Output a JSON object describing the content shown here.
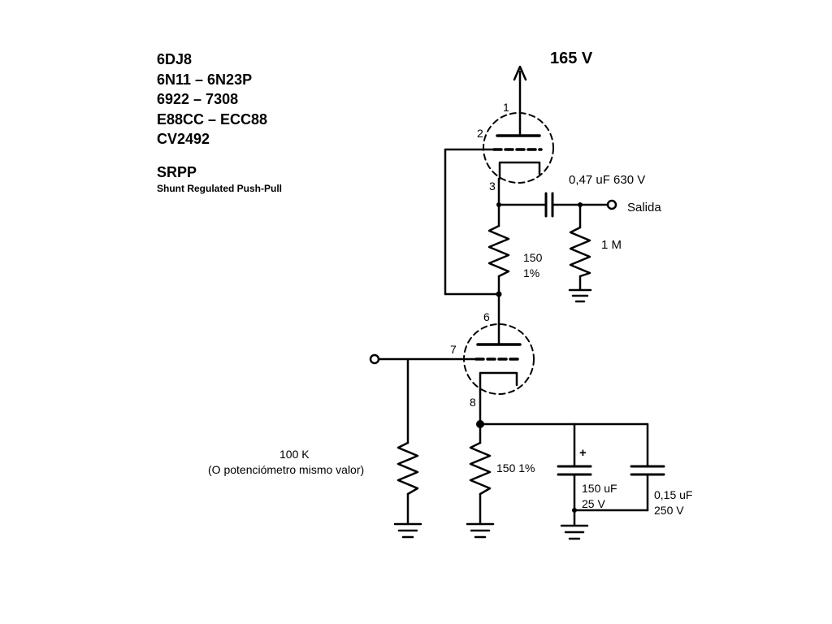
{
  "tube_models": [
    "6DJ8",
    "6N11 – 6N23P",
    "6922 – 7308",
    "E88CC – ECC88",
    "CV2492"
  ],
  "circuit": {
    "name": "SRPP",
    "full_name": "Shunt Regulated Push-Pull",
    "supply_voltage": "165 V"
  },
  "pins": {
    "p1": "1",
    "p2": "2",
    "p3": "3",
    "p6": "6",
    "p7": "7",
    "p8": "8"
  },
  "components": {
    "coupling_cap": "0,47 uF 630 V",
    "output": "Salida",
    "output_resistor": "1 M",
    "middle_resistor_value": "150",
    "middle_resistor_tol": "1%",
    "grid_resistor_value": "100 K",
    "grid_resistor_note": "(O potenciómetro mismo valor)",
    "cathode_resistor": "150 1%",
    "electrolytic_cap": "150 uF\n25 V",
    "bypass_cap": "0,15 uF\n250 V",
    "polarity": "+"
  }
}
